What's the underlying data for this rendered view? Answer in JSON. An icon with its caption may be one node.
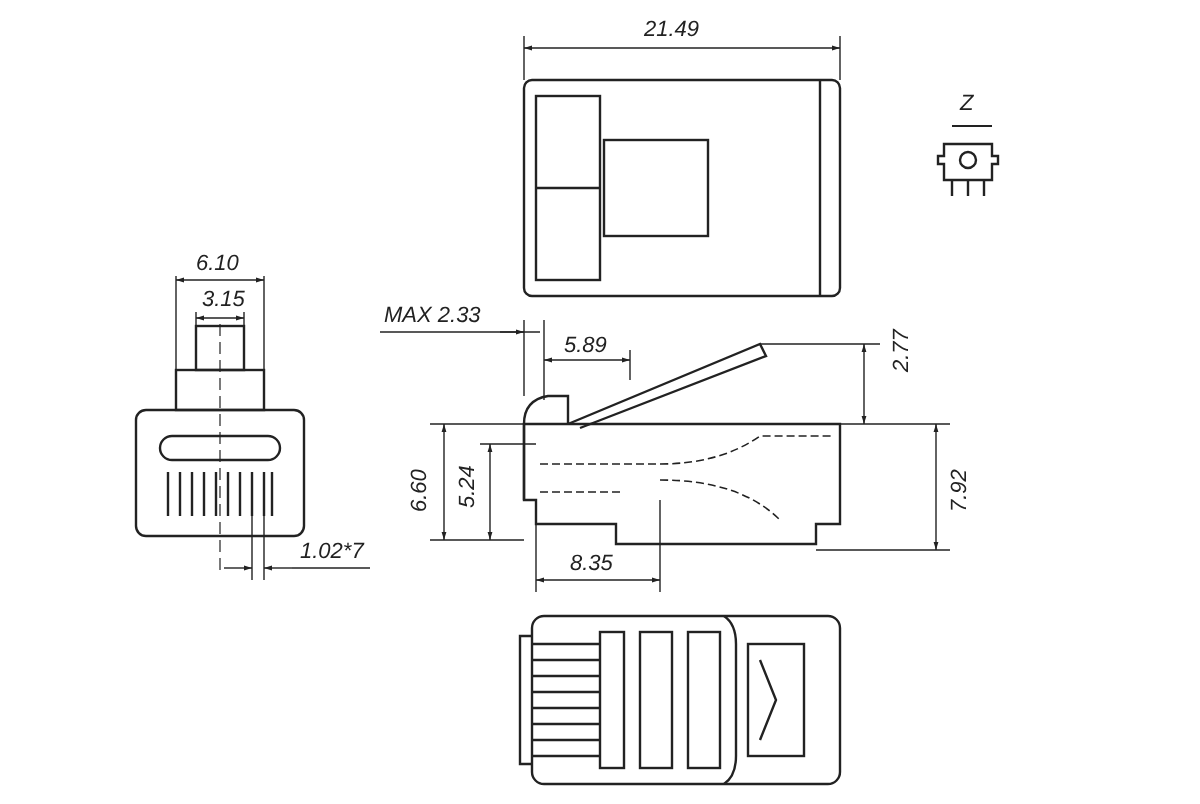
{
  "diagram": {
    "labels": [
      "21.49",
      "Z",
      "6.10",
      "3.15",
      "MAX 2.33",
      "5.89",
      "2.77",
      "6.60",
      "5.24",
      "7.92",
      "1.02*7",
      "8.35"
    ]
  }
}
